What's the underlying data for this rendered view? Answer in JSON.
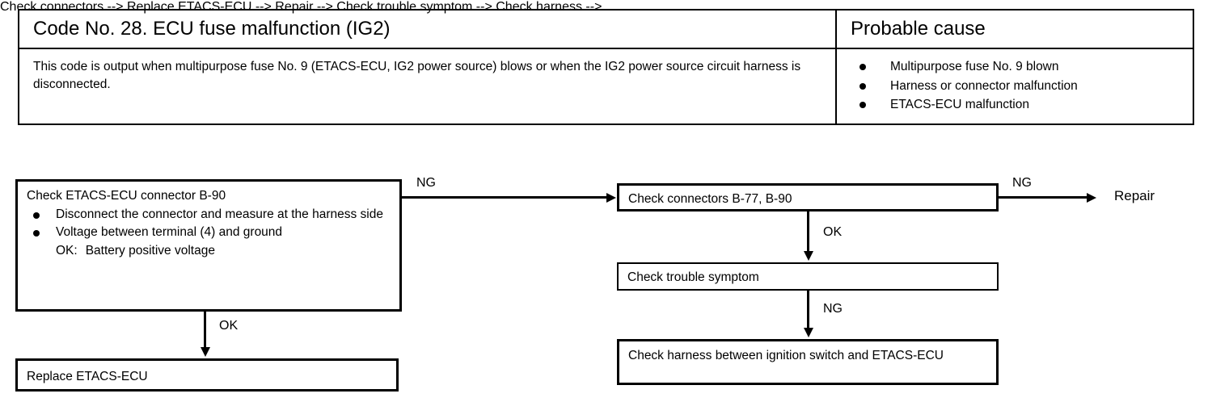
{
  "table": {
    "code_title": "Code No. 28. ECU fuse malfunction (IG2)",
    "cause_title": "Probable cause",
    "description": "This code is output when multipurpose fuse No. 9 (ETACS-ECU, IG2 power source) blows or when the IG2 power source circuit harness is disconnected.",
    "causes": [
      "Multipurpose fuse No. 9 blown",
      "Harness or connector malfunction",
      "ETACS-ECU malfunction"
    ]
  },
  "flow": {
    "check_etacs": {
      "title": "Check ETACS-ECU connector B-90",
      "bullets": [
        "Disconnect the connector and measure at the harness side",
        "Voltage between terminal (4) and ground"
      ],
      "ok_key": "OK:",
      "ok_value": "Battery positive voltage"
    },
    "replace_etacs": "Replace ETACS-ECU",
    "check_connectors": "Check connectors B-77, B-90",
    "check_symptom": "Check trouble symptom",
    "check_harness": "Check harness between ignition switch and ETACS-ECU",
    "repair": "Repair",
    "labels": {
      "ng_main": "NG",
      "ok_left": "OK",
      "ok_right": "OK",
      "ng_symptom": "NG",
      "ng_repair": "NG"
    }
  }
}
